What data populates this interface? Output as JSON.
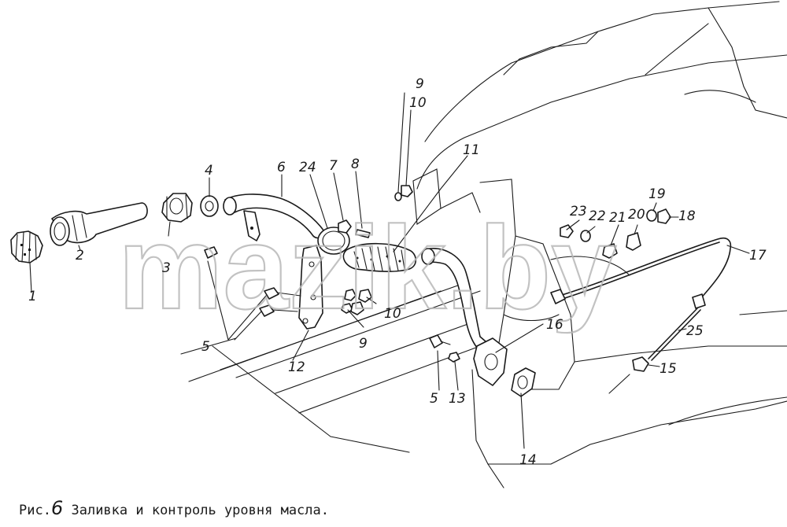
{
  "figure": {
    "caption_prefix": "Рис.",
    "caption_number": "6",
    "caption_text": "Заливка и контроль уровня масла."
  },
  "watermark": "mazik.by",
  "callouts": [
    "1",
    "2",
    "3",
    "4",
    "5",
    "6",
    "24",
    "7",
    "8",
    "9",
    "10",
    "11",
    "23",
    "22",
    "21",
    "20",
    "19",
    "18",
    "17",
    "16",
    "25",
    "15",
    "12",
    "10",
    "9",
    "5",
    "13",
    "14"
  ]
}
